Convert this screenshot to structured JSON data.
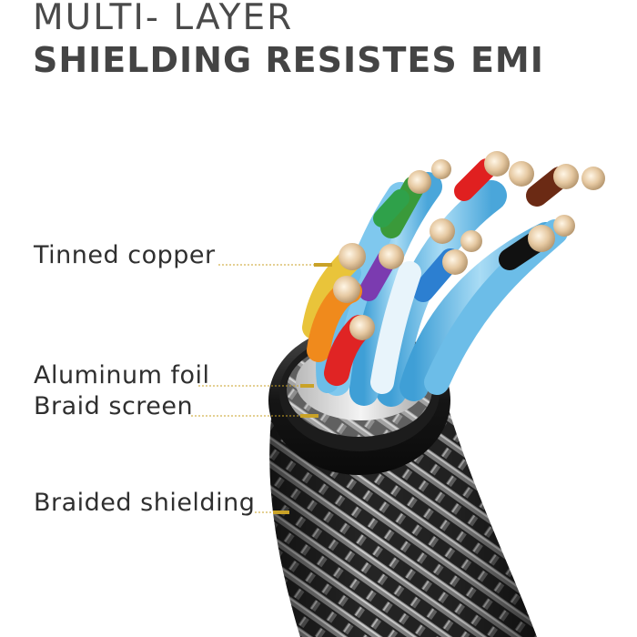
{
  "heading": {
    "line1": "MULTI- LAYER",
    "line2": "SHIELDING RESISTES EMI"
  },
  "labels": {
    "tinned_copper": "Tinned copper",
    "aluminum_foil": "Aluminum foil",
    "braid_screen": "Braid screen",
    "braided_shielding": "Braided shielding"
  },
  "colors": {
    "leader": "#c9a227",
    "wire_blue": "#6cbde8",
    "braid": "#2b2b2b"
  }
}
